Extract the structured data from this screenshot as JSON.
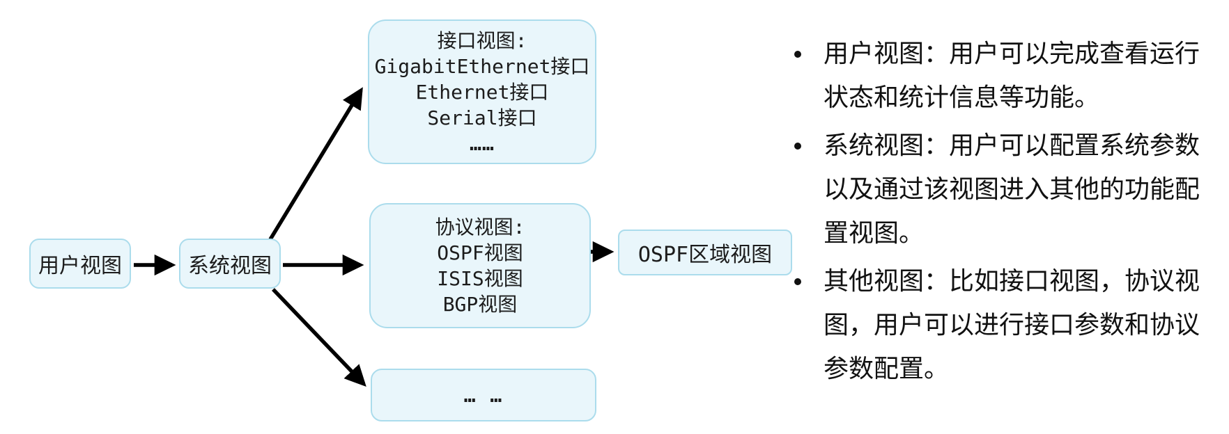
{
  "page": {
    "background": "#ffffff"
  },
  "diagram": {
    "colors": {
      "node_fill": "#e9f6fb",
      "node_border": "#abdcec",
      "arrow": "#000000",
      "text": "#1a1a1a"
    },
    "nodes": {
      "user_view": {
        "label": "用户视图"
      },
      "system_view": {
        "label": "系统视图"
      },
      "interface_view": {
        "title": "接口视图:",
        "items": [
          "GigabitEthernet接口",
          "Ethernet接口",
          "Serial接口",
          "……"
        ]
      },
      "protocol_view": {
        "title": "协议视图:",
        "items": [
          "OSPF视图",
          "ISIS视图",
          "BGP视图"
        ]
      },
      "other_view": {
        "label": "… …"
      },
      "ospf_area_view": {
        "label": "OSPF区域视图"
      }
    }
  },
  "notes": {
    "items": [
      {
        "lines": [
          "用户视图：用户可以完成查看运行",
          "状态和统计信息等功能。"
        ]
      },
      {
        "lines": [
          "系统视图：用户可以配置系统参数",
          "以及通过该视图进入其他的功能配",
          "置视图。"
        ]
      },
      {
        "lines": [
          "其他视图：比如接口视图，协议视",
          "图，用户可以进行接口参数和协议",
          "参数配置。"
        ]
      }
    ]
  }
}
